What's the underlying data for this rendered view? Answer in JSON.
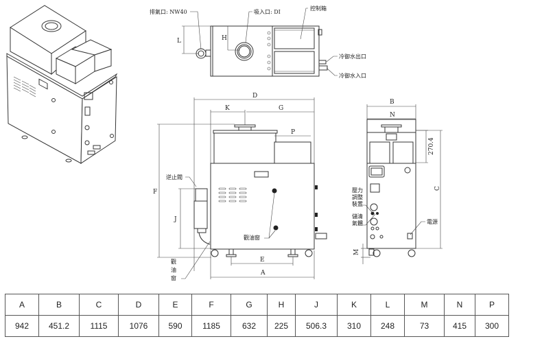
{
  "labels": {
    "exhaust_port": "排氣口: NW40",
    "intake_port": "吸入口: DI",
    "control_box": "控制箱",
    "cooling_water_outlet": "冷御水出口",
    "cooling_water_inlet": "冷御水入口",
    "check_valve": "逆止閥",
    "oil_window_front": "觀油窗",
    "oil_window_side": [
      "觀",
      "油",
      "窗"
    ],
    "pressure_adjust": [
      "壓力",
      "調整",
      "裝置"
    ],
    "purge_gas": [
      "儲清",
      "氣體"
    ],
    "power": "電源",
    "dim_270": "270.4"
  },
  "dimension_letters": {
    "A": "A",
    "B": "B",
    "C": "C",
    "D": "D",
    "E": "E",
    "F": "F",
    "G": "G",
    "H": "H",
    "J": "J",
    "K": "K",
    "L": "L",
    "M": "M",
    "N": "N",
    "P": "P"
  },
  "table": {
    "headers": [
      "A",
      "B",
      "C",
      "D",
      "E",
      "F",
      "G",
      "H",
      "J",
      "K",
      "L",
      "M",
      "N",
      "P"
    ],
    "values": [
      "942",
      "451.2",
      "1115",
      "1076",
      "590",
      "1185",
      "632",
      "225",
      "506.3",
      "310",
      "248",
      "73",
      "415",
      "300"
    ]
  }
}
